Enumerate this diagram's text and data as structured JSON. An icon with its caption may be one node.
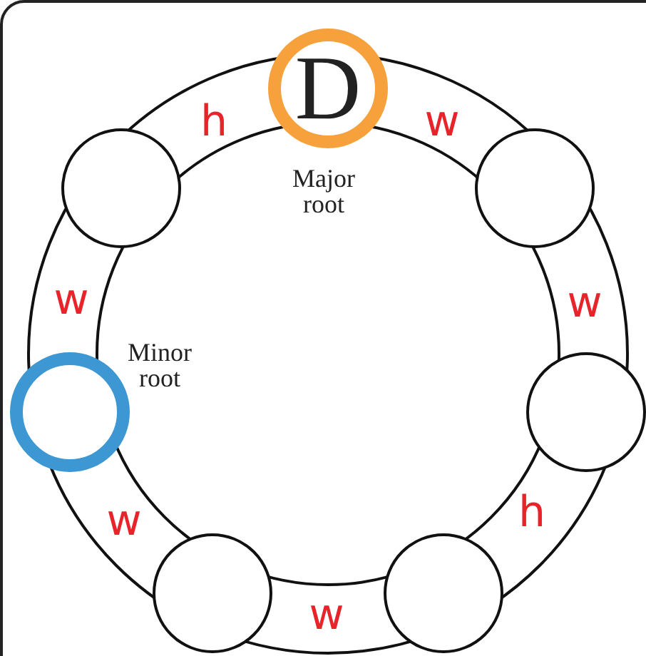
{
  "diagram": {
    "nodes": [
      {
        "text": [
          "D"
        ],
        "beside": [
          "Major root"
        ]
      },
      {
        "text": [],
        "shape": "circle"
      },
      {
        "text": [],
        "shape": "circle"
      },
      {
        "text": [],
        "shape": "circle",
        "beside": [
          "Minor root"
        ]
      },
      {
        "text": [],
        "shape": "circle"
      },
      {
        "text": [],
        "shape": "circle"
      },
      {
        "text": [],
        "shape": "circle"
      }
    ],
    "labels": [
      "h",
      "w",
      "w",
      "w",
      "h",
      "w",
      "w"
    ]
  }
}
